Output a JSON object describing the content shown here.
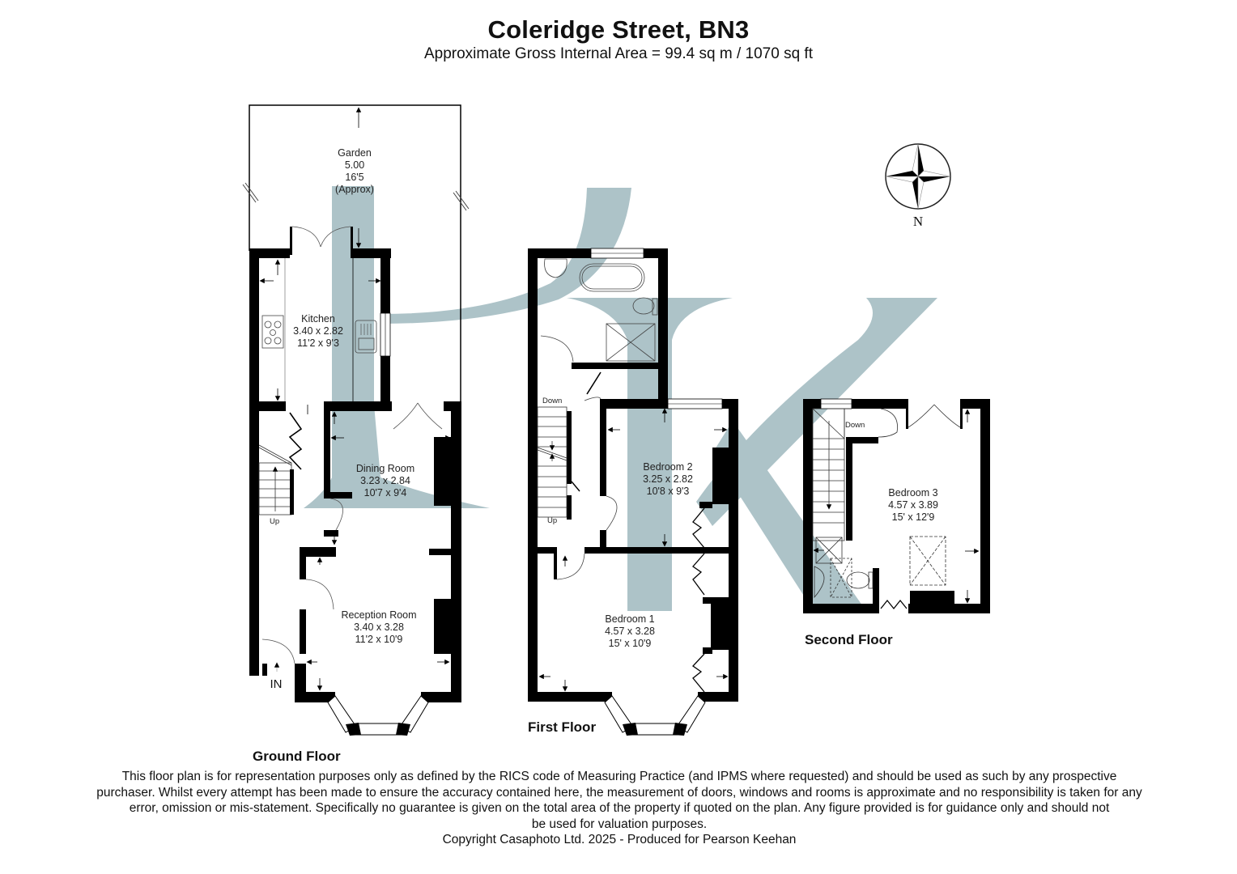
{
  "header": {
    "title": "Coleridge Street, BN3",
    "subtitle": "Approximate Gross Internal Area = 99.4 sq m / 1070 sq ft"
  },
  "colors": {
    "wall": "#000000",
    "watermark": "#adc3c8",
    "background": "#ffffff"
  },
  "compass": {
    "label": "N",
    "icon": "compass-rose-icon"
  },
  "floors": {
    "ground": {
      "label": "Ground Floor",
      "entrance_label": "IN",
      "stairs_label": "Up",
      "rooms": {
        "garden": {
          "name": "Garden",
          "metric": "5.00",
          "imperial": "16'5",
          "note": "(Approx)"
        },
        "kitchen": {
          "name": "Kitchen",
          "metric": "3.40 x 2.82",
          "imperial": "11'2 x 9'3"
        },
        "dining": {
          "name": "Dining Room",
          "metric": "3.23 x 2.84",
          "imperial": "10'7 x 9'4"
        },
        "reception": {
          "name": "Reception Room",
          "metric": "3.40 x 3.28",
          "imperial": "11'2 x 10'9"
        }
      }
    },
    "first": {
      "label": "First Floor",
      "stairs_down_label": "Down",
      "stairs_up_label": "Up",
      "rooms": {
        "bedroom2": {
          "name": "Bedroom 2",
          "metric": "3.25 x 2.82",
          "imperial": "10'8 x 9'3"
        },
        "bedroom1": {
          "name": "Bedroom 1",
          "metric": "4.57 x 3.28",
          "imperial": "15' x 10'9"
        }
      }
    },
    "second": {
      "label": "Second Floor",
      "stairs_down_label": "Down",
      "rooms": {
        "bedroom3": {
          "name": "Bedroom 3",
          "metric": "4.57 x 3.89",
          "imperial": "15' x 12'9"
        }
      }
    }
  },
  "disclaimer": {
    "lines": [
      "This floor plan is for representation purposes only as defined by the RICS code of Measuring Practice (and IPMS where requested) and should be used as such by any prospective",
      "purchaser. Whilst every attempt has been made to ensure the accuracy contained here, the measurement of doors, windows and rooms is approximate and no responsibility is taken for any",
      "error, omission or mis-statement. Specifically no guarantee is given on the total area of the property if quoted on the plan. Any figure provided is for guidance only and should not",
      "be used for valuation purposes."
    ],
    "copyright": "Copyright Casaphoto Ltd. 2025 - Produced for Pearson Keehan"
  }
}
